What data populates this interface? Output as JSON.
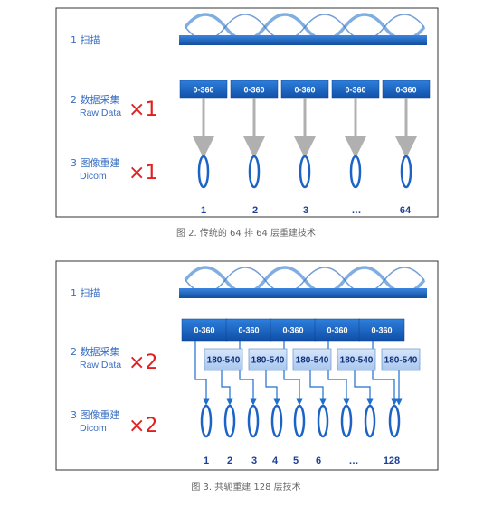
{
  "figure2": {
    "caption": "图 2. 传统的 64 排 64 层重建技术",
    "rows": [
      {
        "label": "1  扫描"
      },
      {
        "label": "2 数据采集",
        "sub": "Raw Data",
        "mult": "×1"
      },
      {
        "label": "3 图像重建",
        "sub": "Dicom",
        "mult": "×1"
      }
    ],
    "blocks": [
      "0-360",
      "0-360",
      "0-360",
      "0-360",
      "0-360"
    ],
    "indices": [
      "1",
      "2",
      "3",
      "…",
      "64"
    ]
  },
  "figure3": {
    "caption": "图 3. 共轭重建 128 层技术",
    "rows": [
      {
        "label": "1  扫描"
      },
      {
        "label": "2 数据采集",
        "sub": "Raw Data",
        "mult": "×2"
      },
      {
        "label": "3 图像重建",
        "sub": "Dicom",
        "mult": "×2"
      }
    ],
    "blocks_top": [
      "0-360",
      "0-360",
      "0-360",
      "0-360",
      "0-360"
    ],
    "blocks_bottom": [
      "180-540",
      "180-540",
      "180-540",
      "180-540",
      "180-540"
    ],
    "indices": [
      "1",
      "2",
      "3",
      "4",
      "5",
      "6",
      "…",
      "128"
    ]
  },
  "colors": {
    "wave": "#3a78c4",
    "bar": "#1c63c6",
    "block_dark": "#1f66c9",
    "block_light": "#b9d2f1",
    "arrow_gray": "#b0b0b0",
    "arrow_blue": "#1d6fd0",
    "multiplier": "#e02020",
    "label": "#3a6fc2"
  }
}
